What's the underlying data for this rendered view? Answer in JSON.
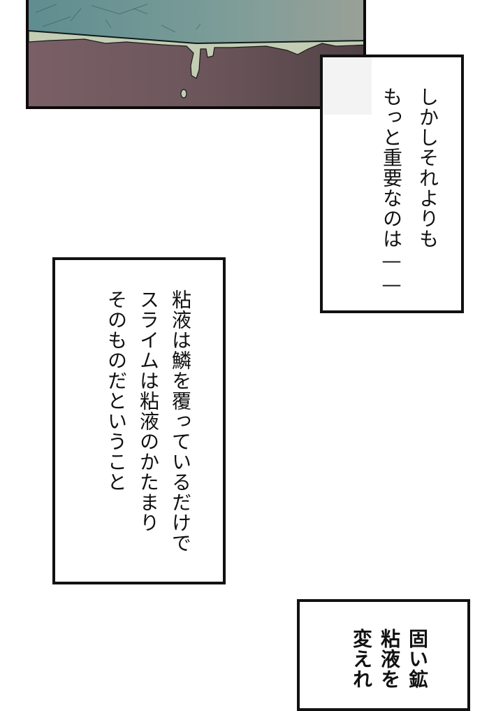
{
  "page": {
    "type": "manga-page",
    "background": "#ffffff"
  },
  "panel_top": {
    "description": "Close-up of wall above slimy floor with dripping mucus",
    "colors": {
      "wall": "#6f9394",
      "mucus": "#c3cdb3",
      "floor": "#6f585e",
      "border": "#0e0a0b"
    }
  },
  "captions": [
    {
      "lines": [
        "しかしそれよりも",
        "もっと重要なのは——"
      ]
    },
    {
      "lines": [
        "粘液は鱗を覆っているだけで",
        "スライムは粘液のかたまり",
        "そのものだということ"
      ]
    },
    {
      "lines": [
        "固い鉱",
        "粘液を",
        "変えれ"
      ]
    }
  ]
}
